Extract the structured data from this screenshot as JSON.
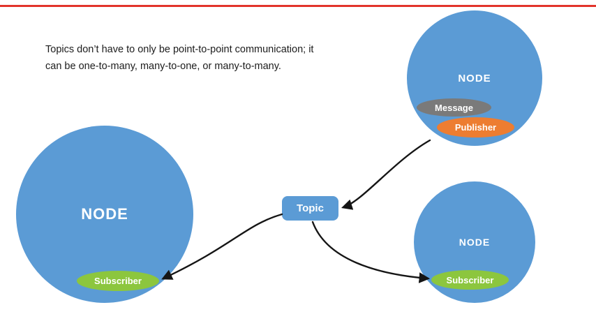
{
  "page": {
    "top_line_color": "#e2342b"
  },
  "caption": {
    "line1": "Topics don’t have to only be point-to-point communication; it",
    "line2": "can be one-to-many, many-to-one, or many-to-many."
  },
  "diagram": {
    "left_node": {
      "label": "NODE",
      "subscriber": {
        "label": "Subscriber"
      }
    },
    "topic": {
      "label": "Topic"
    },
    "top_right_node": {
      "label": "NODE",
      "message": {
        "label": "Message"
      },
      "publisher": {
        "label": "Publisher"
      }
    },
    "bottom_right_node": {
      "label": "NODE",
      "subscriber": {
        "label": "Subscriber"
      }
    },
    "colors": {
      "node_blue": "#5b9bd5",
      "subscriber_green": "#8cc63e",
      "publisher_orange": "#ed7d31",
      "message_gray": "#7a7a7a",
      "arrow_color": "#151515",
      "label_white": "#ffffff"
    }
  }
}
